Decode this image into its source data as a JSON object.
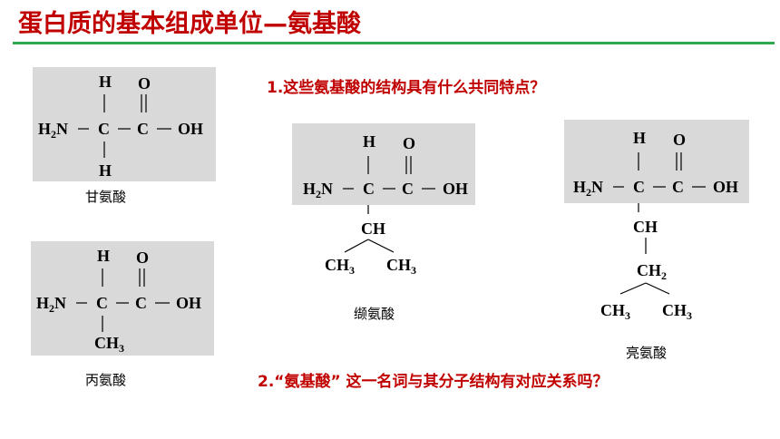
{
  "title": "蛋白质的基本组成单位—氨基酸",
  "questions": {
    "q1": "1.这些氨基酸的结构具有什么共同特点？",
    "q2": "2.“氨基酸” 这一名词与其分子结构有对应关系吗？"
  },
  "glycine": {
    "name": "甘氨酸",
    "top": "H",
    "bottom": "H",
    "o": "O",
    "left": "H",
    "left_sub": "2",
    "left_n": "N",
    "c1": "C",
    "c2": "C",
    "oh": "OH"
  },
  "alanine": {
    "name": "丙氨酸",
    "top": "H",
    "bottom": "CH",
    "bottom_sub": "3",
    "o": "O",
    "left": "H",
    "left_sub": "2",
    "left_n": "N",
    "c1": "C",
    "c2": "C",
    "oh": "OH"
  },
  "valine": {
    "name": "缬氨酸",
    "top": "H",
    "o": "O",
    "left": "H",
    "left_sub": "2",
    "left_n": "N",
    "c1": "C",
    "c2": "C",
    "oh": "OH",
    "ch": "CH",
    "ch3": "CH",
    "ch3_sub": "3"
  },
  "leucine": {
    "name": "亮氨酸",
    "top": "H",
    "o": "O",
    "left": "H",
    "left_sub": "2",
    "left_n": "N",
    "c1": "C",
    "c2": "C",
    "oh": "OH",
    "ch": "CH",
    "ch2": "CH",
    "ch2_sub": "2",
    "ch3": "CH",
    "ch3_sub": "3"
  }
}
